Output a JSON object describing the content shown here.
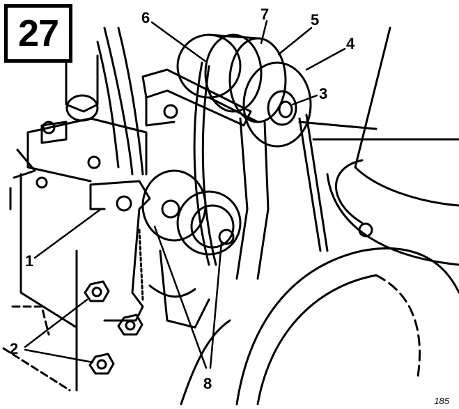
{
  "figure": {
    "number": "27",
    "reference": "185"
  },
  "callouts": {
    "c1": "1",
    "c2": "2",
    "c3": "3",
    "c4": "4",
    "c5": "5",
    "c6": "6",
    "c7": "7",
    "c8": "8"
  }
}
